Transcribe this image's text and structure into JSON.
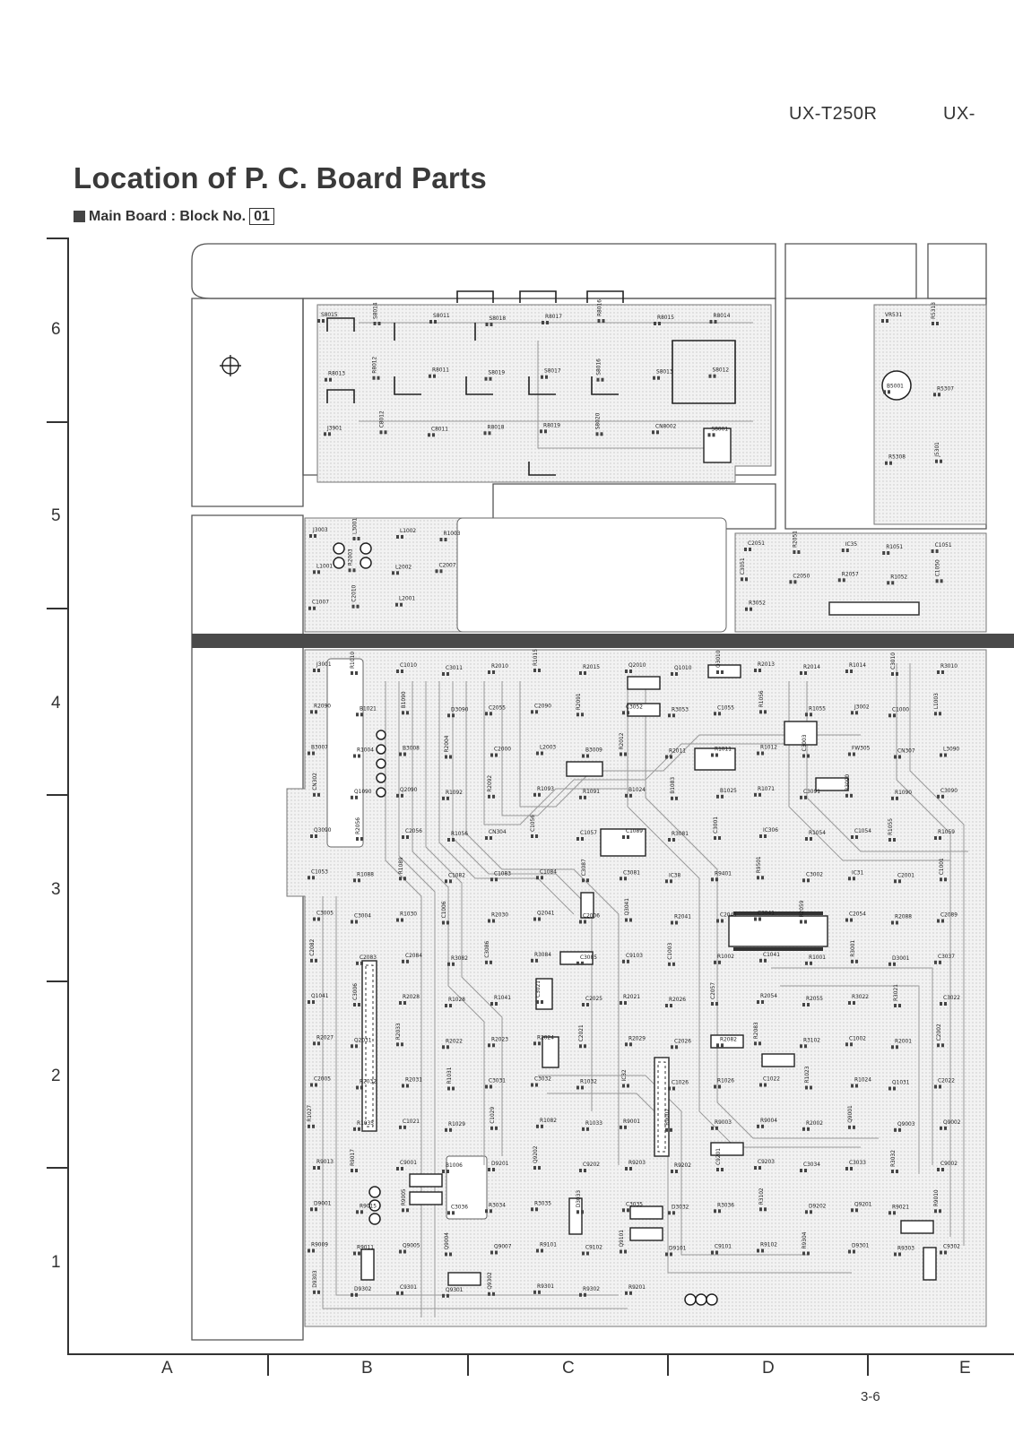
{
  "header": {
    "model_1": "UX-T250R",
    "model_2": "UX-"
  },
  "title": "Location of P. C. Board Parts",
  "subtitle": {
    "text": "Main Board : Block No.",
    "block_no": "01"
  },
  "grid": {
    "rows": [
      "6",
      "5",
      "4",
      "3",
      "2",
      "1"
    ],
    "columns": [
      "A",
      "B",
      "C",
      "D",
      "E"
    ]
  },
  "page_number": "3-6",
  "parts": [
    "S8015",
    "S8014",
    "S8011",
    "S8018",
    "R8017",
    "R8016",
    "R8015",
    "R8014",
    "R8013",
    "R8012",
    "R8011",
    "S8019",
    "S8017",
    "S8016",
    "S8013",
    "S8012",
    "J3901",
    "C8012",
    "C8011",
    "R8018",
    "R8019",
    "S8020",
    "CN8002",
    "S8001",
    "VR531",
    "R5313",
    "B5001",
    "R5307",
    "R5308",
    "J5301",
    "J3003",
    "L3001",
    "L1002",
    "R1003",
    "L1001",
    "R2003",
    "L2002",
    "C2007",
    "C1007",
    "C2010",
    "L2001",
    "C2051",
    "R2051",
    "IC35",
    "R1051",
    "C1051",
    "C3051",
    "C2050",
    "R2057",
    "R1052",
    "C1050",
    "R3052",
    "J3001",
    "R1010",
    "C1010",
    "C3011",
    "R2010",
    "R1015",
    "R2015",
    "Q2010",
    "Q1010",
    "Q3010",
    "R2013",
    "R2014",
    "R1014",
    "C3010",
    "R3010",
    "R2090",
    "B1021",
    "B1090",
    "D3090",
    "C2055",
    "C2090",
    "R2091",
    "C3052",
    "R3053",
    "C1055",
    "R1056",
    "R1055",
    "J3002",
    "C1000",
    "L1003",
    "B3007",
    "R1004",
    "B3008",
    "R2004",
    "C2000",
    "L2003",
    "B3009",
    "R2012",
    "R2011",
    "R1011",
    "R1012",
    "C3003",
    "FW305",
    "CN307",
    "L3090",
    "CN302",
    "Q1090",
    "Q2090",
    "R1092",
    "R2092",
    "R1093",
    "R1091",
    "B1024",
    "B1083",
    "B1025",
    "R1071",
    "C3091",
    "R3090",
    "R1090",
    "C3090",
    "Q3090",
    "R2056",
    "C2056",
    "R1056",
    "CN304",
    "C1056",
    "C1057",
    "C1089",
    "R3081",
    "C3001",
    "IC306",
    "R1054",
    "C1054",
    "R1055",
    "R1059",
    "C1053",
    "R1088",
    "R1089",
    "C1082",
    "C1083",
    "C1084",
    "C3087",
    "C3081",
    "IC38",
    "R9401",
    "R9501",
    "C3002",
    "IC31",
    "C2001",
    "C1001",
    "C3005",
    "C3004",
    "R1030",
    "C1006",
    "R2030",
    "Q2041",
    "C2006",
    "Q3041",
    "R2041",
    "C2041",
    "C3041",
    "R2059",
    "C2054",
    "R2088",
    "C2089",
    "C2082",
    "C2083",
    "C2084",
    "R3082",
    "C3086",
    "R3084",
    "C3085",
    "C9103",
    "C1003",
    "R1002",
    "C1041",
    "R1001",
    "R3001",
    "D3001",
    "C3037",
    "Q1041",
    "C3006",
    "R2028",
    "R1028",
    "R1041",
    "C3021",
    "C2025",
    "R2021",
    "R2026",
    "C2057",
    "R2054",
    "R2055",
    "R3022",
    "R3021",
    "C3022",
    "R2027",
    "Q2031",
    "R2033",
    "R2022",
    "R2023",
    "R2024",
    "C2021",
    "R2029",
    "C2026",
    "R2082",
    "R2083",
    "R3102",
    "C1002",
    "R2001",
    "C2002",
    "C2005",
    "R2032",
    "R2031",
    "R1031",
    "C3031",
    "C3032",
    "R1032",
    "IC32",
    "C1026",
    "R1026",
    "C1022",
    "R1023",
    "R1024",
    "Q1031",
    "C2022",
    "R1027",
    "R1035",
    "C1021",
    "R1029",
    "C1029",
    "R1082",
    "R1033",
    "R9001",
    "R9002",
    "R9003",
    "R9004",
    "R2002",
    "Q9001",
    "Q9003",
    "Q9002",
    "R9013",
    "R9017",
    "C9001",
    "B1006",
    "D9201",
    "Q9202",
    "C9202",
    "R9203",
    "R9202",
    "C9201",
    "C9203",
    "C3034",
    "C3033",
    "R3032",
    "C9002",
    "D9001",
    "R9015",
    "R9005",
    "C3036",
    "R3034",
    "R3035",
    "D3033",
    "C3035",
    "D3032",
    "R3036",
    "R3102",
    "D9202",
    "Q9201",
    "R9021",
    "R9010",
    "R9009",
    "R9011",
    "Q9005",
    "Q9004",
    "Q9007",
    "R9101",
    "C9102",
    "Q9101",
    "D9101",
    "C9101",
    "R9102",
    "R9304",
    "D9301",
    "R9303",
    "C9302",
    "D9303",
    "D9302",
    "C9301",
    "Q9301",
    "Q9302",
    "R9301",
    "R9302",
    "R9201"
  ]
}
